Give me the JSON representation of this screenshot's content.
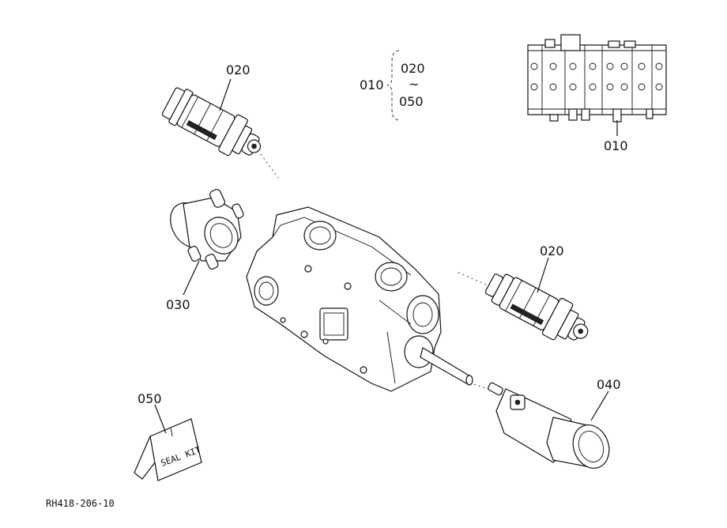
{
  "callouts": {
    "c020_top": "020",
    "c020_right": "020",
    "c030": "030",
    "c040": "040",
    "c050": "050",
    "c010_inset": "010"
  },
  "range": {
    "main": "010",
    "from": "020",
    "sep": "~",
    "to": "050"
  },
  "seal_kit_text": "SEAL KIT",
  "drawing_code": "RH418-206-10"
}
